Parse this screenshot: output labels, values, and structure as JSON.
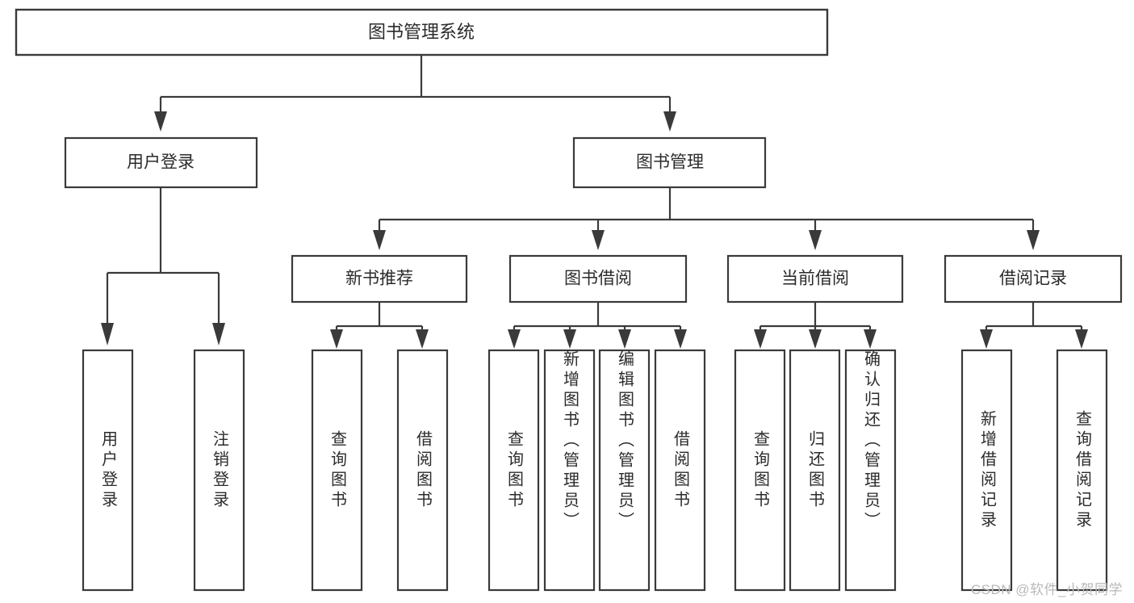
{
  "diagram": {
    "type": "tree-hierarchy",
    "title": "图书管理系统",
    "orientation": "top-down",
    "colors": {
      "box_stroke": "#3a3a3a",
      "box_fill": "#ffffff",
      "connector": "#3a3a3a",
      "text": "#2b2b2b",
      "background": "#ffffff",
      "watermark": "#b9b9b9"
    }
  },
  "root": {
    "label": "图书管理系统"
  },
  "level2": [
    {
      "label": "用户登录"
    },
    {
      "label": "图书管理"
    }
  ],
  "level3": [
    {
      "label": "新书推荐"
    },
    {
      "label": "图书借阅"
    },
    {
      "label": "当前借阅"
    },
    {
      "label": "借阅记录"
    }
  ],
  "leaves": {
    "user_login": [
      {
        "label": "用户登录"
      },
      {
        "label": "注销登录"
      }
    ],
    "new_book_recommend": [
      {
        "label": "查询图书"
      },
      {
        "label": "借阅图书"
      }
    ],
    "book_borrow": [
      {
        "label": "查询图书"
      },
      {
        "label": "新增图书（管理员）"
      },
      {
        "label": "编辑图书（管理员）"
      },
      {
        "label": "借阅图书"
      }
    ],
    "current_borrow": [
      {
        "label": "查询图书"
      },
      {
        "label": "归还图书"
      },
      {
        "label": "确认归还（管理员）"
      }
    ],
    "borrow_record": [
      {
        "label": "新增借阅记录"
      },
      {
        "label": "查询借阅记录"
      }
    ]
  },
  "watermark": {
    "text": "CSDN @软件_小贺同学"
  }
}
